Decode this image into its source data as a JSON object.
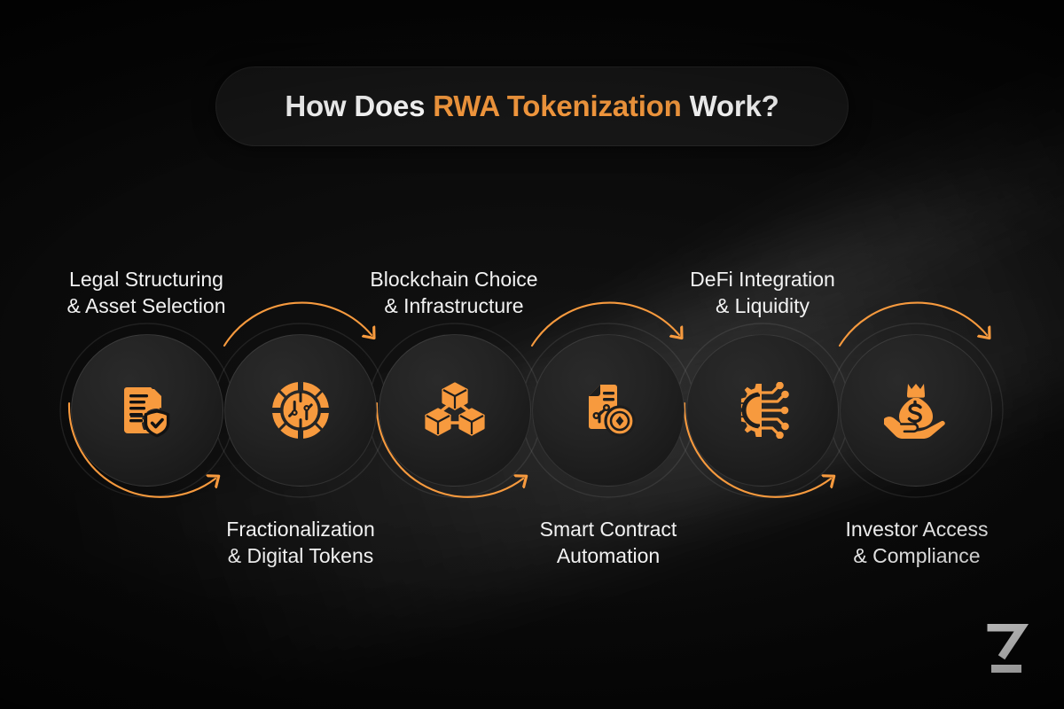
{
  "theme": {
    "background": "#030303",
    "accent": "#F79A3E",
    "text": "#F2F2F2",
    "circle_fill": "#232323",
    "circle_border": "rgba(255,255,255,0.10)"
  },
  "header": {
    "title_prefix": "How Does ",
    "title_accent": "RWA Tokenization",
    "title_suffix": " Work?"
  },
  "steps": [
    {
      "index": 1,
      "label_line1": "Legal Structuring",
      "label_line2": "& Asset Selection",
      "label_position": "top",
      "icon": "document-shield-check-icon"
    },
    {
      "index": 2,
      "label_line1": "Fractionalization",
      "label_line2": "& Digital Tokens",
      "label_position": "bottom",
      "icon": "token-circuit-wheel-icon"
    },
    {
      "index": 3,
      "label_line1": "Blockchain Choice",
      "label_line2": "& Infrastructure",
      "label_position": "top",
      "icon": "linked-cubes-blockchain-icon"
    },
    {
      "index": 4,
      "label_line1": "Smart Contract",
      "label_line2": "Automation",
      "label_position": "bottom",
      "icon": "contract-document-coin-icon"
    },
    {
      "index": 5,
      "label_line1": "DeFi Integration",
      "label_line2": "& Liquidity",
      "label_position": "top",
      "icon": "gear-circuit-nodes-icon"
    },
    {
      "index": 6,
      "label_line1": "Investor Access",
      "label_line2": "& Compliance",
      "label_position": "bottom",
      "icon": "hand-money-bag-icon"
    }
  ],
  "brand": {
    "logo_name": "chevron-bar-logo"
  }
}
